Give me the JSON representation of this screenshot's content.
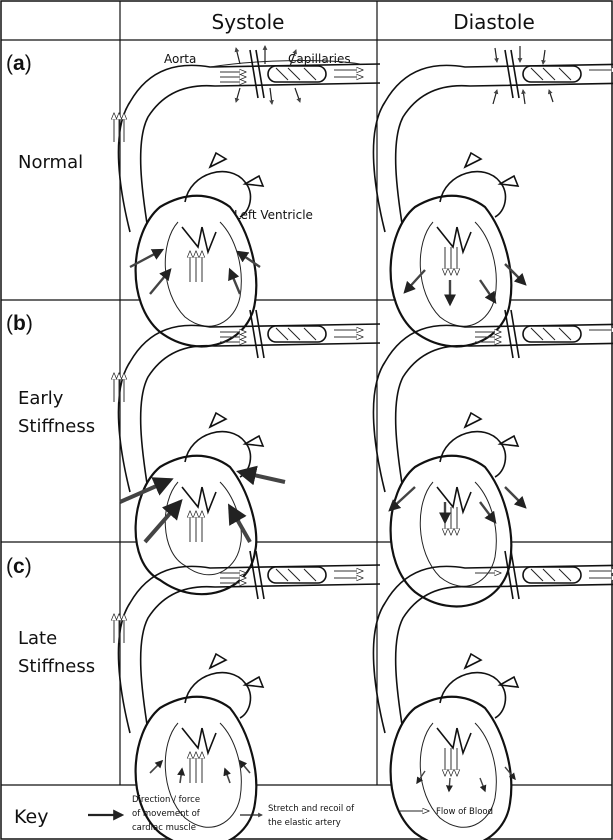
{
  "header": {
    "systole": "Systole",
    "diastole": "Diastole"
  },
  "rows": [
    {
      "tag": "a",
      "label_lines": [
        "Normal"
      ]
    },
    {
      "tag": "b",
      "label_lines": [
        "Early",
        "Stiffness"
      ]
    },
    {
      "tag": "c",
      "label_lines": [
        "Late",
        "Stiffness"
      ]
    }
  ],
  "annotations": {
    "aorta": "Aorta",
    "capillaries": "Capillaries",
    "left_ventricle": "Left Ventricle"
  },
  "key": {
    "title": "Key",
    "muscle_lines": [
      "Direction / force",
      "of movement of",
      "cardiac muscle"
    ],
    "stretch_lines": [
      "Stretch and recoil of",
      "the elastic artery"
    ],
    "flow": "Flow of Blood"
  }
}
